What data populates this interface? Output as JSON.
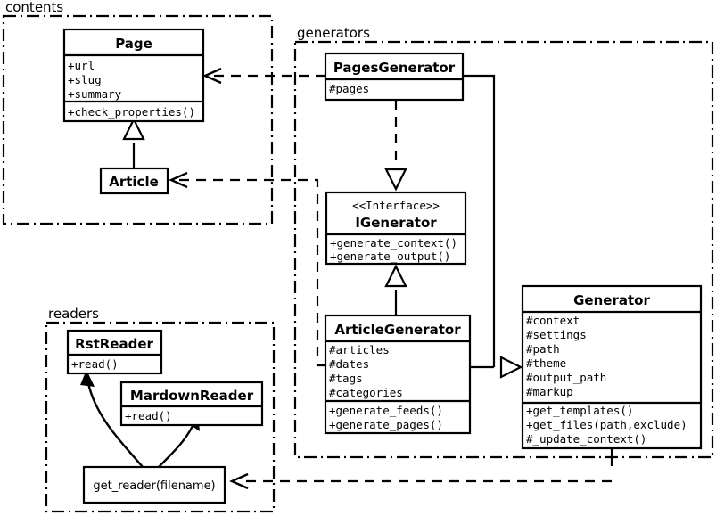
{
  "diagram": {
    "title": "Pelican architecture UML class diagram",
    "background": "#ffffff",
    "stroke_color": "#000000"
  },
  "packages": [
    {
      "id": "contents",
      "label": "contents"
    },
    {
      "id": "generators",
      "label": "generators"
    },
    {
      "id": "readers",
      "label": "readers"
    }
  ],
  "classes": {
    "page": {
      "name": "Page",
      "attributes": [
        "+url",
        "+slug",
        "+summary"
      ],
      "methods": [
        "+check_properties()"
      ]
    },
    "article": {
      "name": "Article",
      "attributes": [],
      "methods": []
    },
    "pages_generator": {
      "name": "PagesGenerator",
      "attributes": [
        "#pages"
      ],
      "methods": []
    },
    "igenerator": {
      "stereotype": "<<Interface>>",
      "name": "IGenerator",
      "attributes": [],
      "methods": [
        "+generate_context()",
        "+generate_output()"
      ]
    },
    "article_generator": {
      "name": "ArticleGenerator",
      "attributes": [
        "#articles",
        "#dates",
        "#tags",
        "#categories"
      ],
      "methods": [
        "+generate_feeds()",
        "+generate_pages()"
      ]
    },
    "generator": {
      "name": "Generator",
      "attributes": [
        "#context",
        "#settings",
        "#path",
        "#theme",
        "#output_path",
        "#markup"
      ],
      "methods": [
        "+get_templates()",
        "+get_files(path,exclude)",
        "#_update_context()"
      ]
    },
    "rst_reader": {
      "name": "RstReader",
      "attributes": [],
      "methods": [
        "+read()"
      ]
    },
    "mardown_reader": {
      "name": "MardownReader",
      "attributes": [],
      "methods": [
        "+read()"
      ]
    },
    "get_reader": {
      "name": "get_reader(filename)"
    }
  },
  "relationships": [
    {
      "id": "article-inherits-page",
      "type": "generalization",
      "from": "Article",
      "to": "Page"
    },
    {
      "id": "pagesgenerator-realizes-igenerator",
      "type": "realization",
      "from": "PagesGenerator",
      "to": "IGenerator"
    },
    {
      "id": "articlegenerator-realizes-igenerator",
      "type": "generalization",
      "from": "ArticleGenerator",
      "to": "IGenerator"
    },
    {
      "id": "pagesgenerator-inherits-generator",
      "type": "generalization",
      "from": "PagesGenerator",
      "to": "Generator"
    },
    {
      "id": "articlegenerator-inherits-generator",
      "type": "generalization",
      "from": "ArticleGenerator",
      "to": "Generator"
    },
    {
      "id": "pagesgenerator-depends-page",
      "type": "dependency",
      "from": "PagesGenerator",
      "to": "Page"
    },
    {
      "id": "articlegenerator-depends-article",
      "type": "dependency",
      "from": "ArticleGenerator",
      "to": "Article"
    },
    {
      "id": "generator-depends-get-reader",
      "type": "dependency",
      "from": "Generator",
      "to": "get_reader"
    },
    {
      "id": "get-reader-creates-rstreader",
      "type": "association",
      "from": "get_reader",
      "to": "RstReader"
    },
    {
      "id": "get-reader-creates-mardownreader",
      "type": "association",
      "from": "get_reader",
      "to": "MardownReader"
    }
  ]
}
